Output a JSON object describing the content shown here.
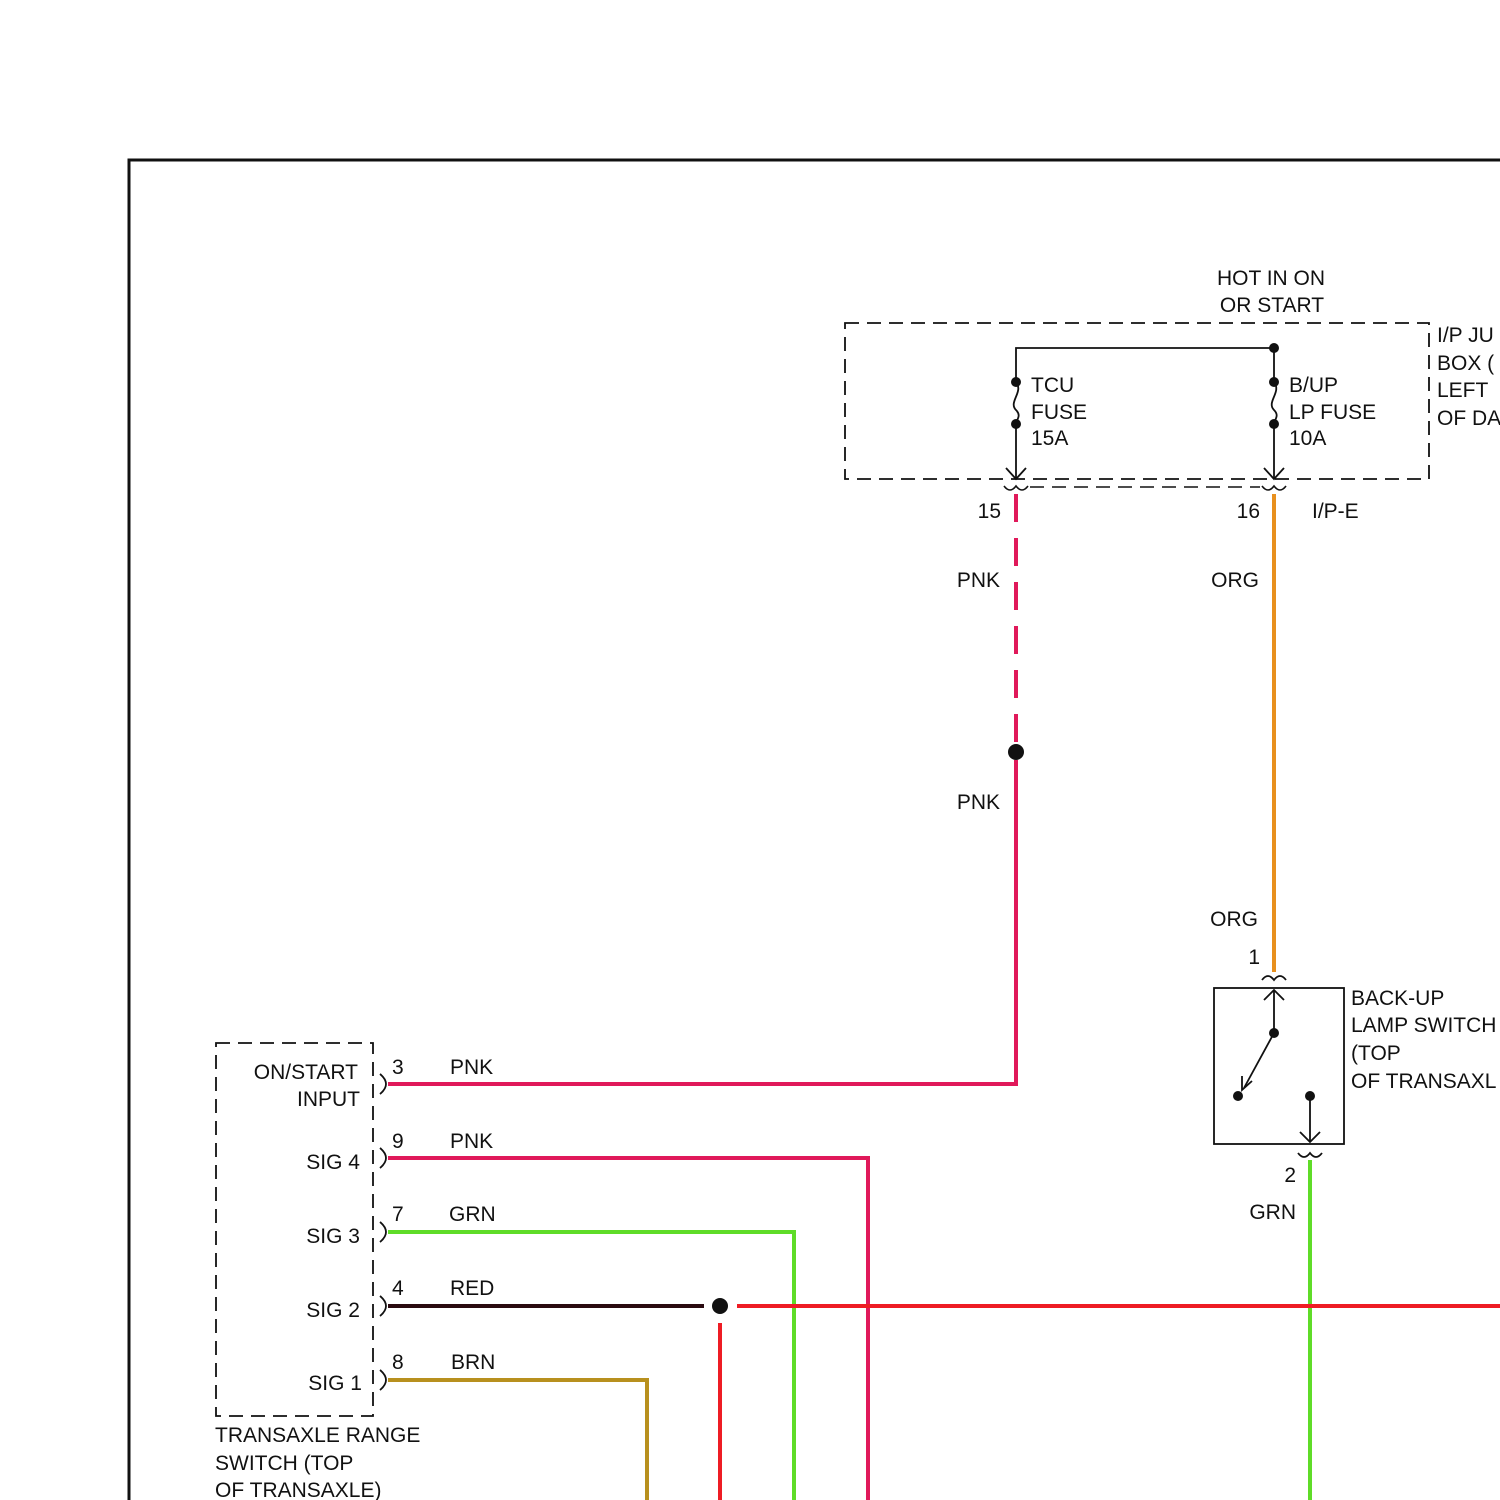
{
  "header": {
    "power_line1": "HOT IN ON",
    "power_line2": "OR START"
  },
  "junction_box": {
    "label_lines": [
      "I/P JU",
      "BOX (",
      "LEFT ",
      "OF DA"
    ],
    "connector": "I/P-E"
  },
  "fuses": {
    "tcu": {
      "lines": [
        "TCU",
        "FUSE",
        "15A"
      ],
      "terminal": "15"
    },
    "bup": {
      "lines": [
        "B/UP",
        "LP FUSE",
        "10A"
      ],
      "terminal": "16"
    }
  },
  "wires": {
    "pnk_upper": "PNK",
    "pnk_lower": "PNK",
    "org_upper": "ORG",
    "org_lower": "ORG",
    "grn_backup": "GRN"
  },
  "backup_switch": {
    "label_lines": [
      "BACK-UP",
      "LAMP SWITCH",
      "(TOP",
      "OF TRANSAXL"
    ],
    "pin_top": "1",
    "pin_bottom": "2"
  },
  "range_switch": {
    "label_lines": [
      "TRANSAXLE RANGE",
      "SWITCH (TOP",
      "OF TRANSAXLE)"
    ],
    "pins": [
      {
        "name_lines": [
          "ON/START",
          "INPUT"
        ],
        "pin": "3",
        "color_label": "PNK"
      },
      {
        "name_lines": [
          "SIG 4"
        ],
        "pin": "9",
        "color_label": "PNK"
      },
      {
        "name_lines": [
          "SIG 3"
        ],
        "pin": "7",
        "color_label": "GRN"
      },
      {
        "name_lines": [
          "SIG 2"
        ],
        "pin": "4",
        "color_label": "RED"
      },
      {
        "name_lines": [
          "SIG 1"
        ],
        "pin": "8",
        "color_label": "BRN"
      }
    ]
  },
  "colors": {
    "pink": "#e0195a",
    "orange": "#e8901e",
    "green": "#5fdc28",
    "red": "#ee1c24",
    "brown": "#b8901e",
    "dark": "#2a0a10"
  }
}
